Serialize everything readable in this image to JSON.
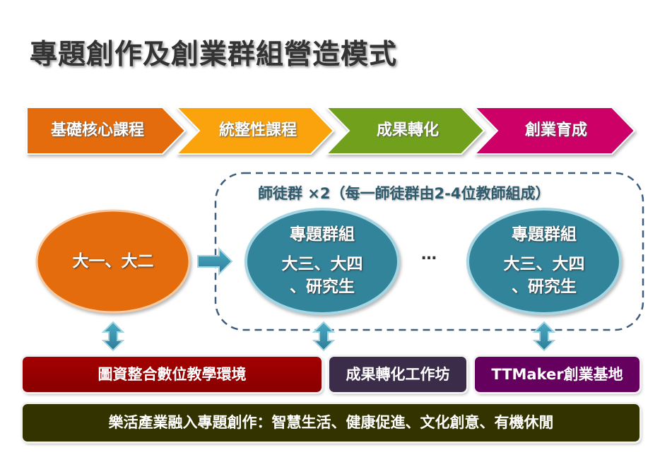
{
  "title": "專題創作及創業群組營造模式",
  "stages": [
    {
      "label": "基礎核心課程",
      "color": "#E46C0A"
    },
    {
      "label": "統整性課程",
      "color": "#FBA308"
    },
    {
      "label": "成果轉化",
      "color": "#71A11E"
    },
    {
      "label": "創業育成",
      "color": "#CC0066"
    }
  ],
  "mentor_group": {
    "title": "師徒群 ×2（每一師徒群由2-4位教師組成）",
    "ellipsis": "…",
    "groups": [
      {
        "name": "專題群組",
        "members_line1": "大三、大四",
        "members_line2": "、研究生"
      },
      {
        "name": "專題群組",
        "members_line1": "大三、大四",
        "members_line2": "、研究生"
      }
    ]
  },
  "freshman": {
    "label": "大一、大二",
    "color": "#E46C0A"
  },
  "group_color": "#31849B",
  "bases": [
    {
      "label": "圖資整合數位教學環境",
      "color": "#990000"
    },
    {
      "label": "成果轉化工作坊",
      "color": "#3B2C4A"
    },
    {
      "label": "TTMaker創業基地",
      "color": "#66005F"
    }
  ],
  "footer": {
    "label": "樂活產業融入專題創作：智慧生活、健康促進、文化創意、有機休閒",
    "color": "#333300"
  }
}
